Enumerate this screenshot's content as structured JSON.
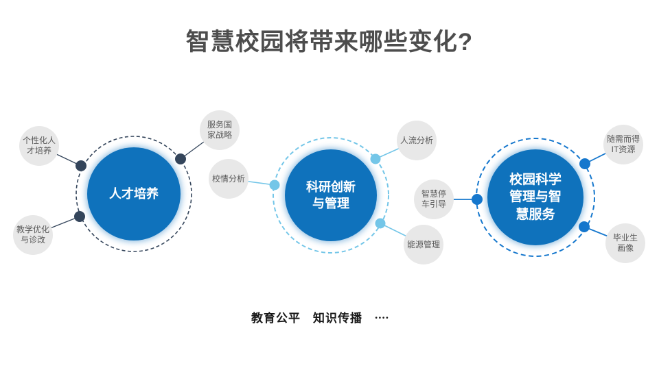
{
  "title": "智慧校园将带来哪些变化?",
  "groups": [
    {
      "label": "人才培养",
      "satellites": [
        {
          "label": "个性化人\n才培养"
        },
        {
          "label": "服务国\n家战略"
        },
        {
          "label": "教学优化\n与诊改"
        }
      ]
    },
    {
      "label": "科研创新\n与管理",
      "satellites": [
        {
          "label": "人流分析"
        },
        {
          "label": "校情分析"
        },
        {
          "label": "能源管理"
        }
      ]
    },
    {
      "label": "校园科学\n管理与智\n慧服务",
      "satellites": [
        {
          "label": "智慧停\n车引导"
        },
        {
          "label": "随需而得\nIT资源"
        },
        {
          "label": "毕业生\n画像"
        }
      ]
    }
  ],
  "footer": {
    "items": [
      "教育公平",
      "知识传播",
      "...."
    ]
  },
  "colors": {
    "title": "#4d4d4d",
    "circle-fill": "#0f72bc",
    "circle-text": "#ffffff",
    "ring-navy": "#34455b",
    "ring-lightblue": "#74c6e8",
    "ring-blue": "#1577cd",
    "satellite-bg": "#e8e8e8",
    "satellite-text": "#595959",
    "footer-text": "#1a1a1a"
  }
}
